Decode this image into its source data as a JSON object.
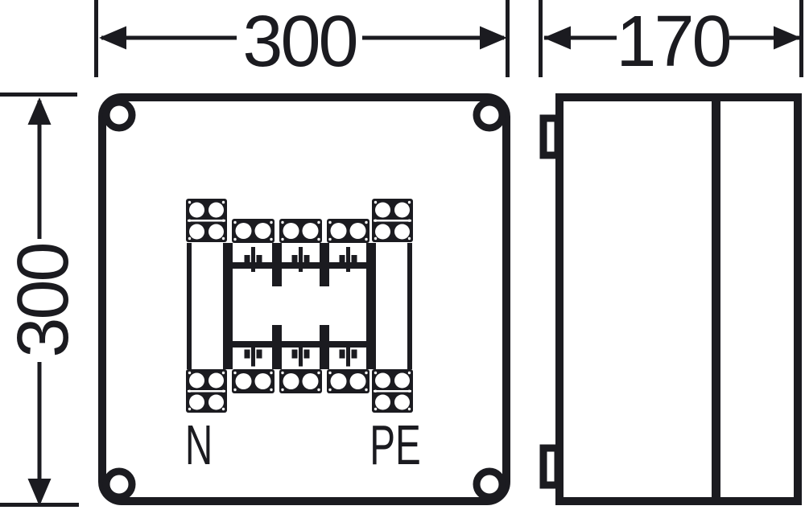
{
  "dimension_labels": {
    "front_width": "300",
    "front_height": "300",
    "side_depth": "170"
  },
  "terminal_labels": {
    "neutral": "N",
    "protective_earth": "PE"
  },
  "icons": {
    "dimension_arrow": "filled-triangle",
    "corner_screw": "circle-ring",
    "fuse_symbol": "bar-with-side-tabs"
  },
  "colors": {
    "line": "#1b1b20",
    "background": "#ffffff"
  }
}
